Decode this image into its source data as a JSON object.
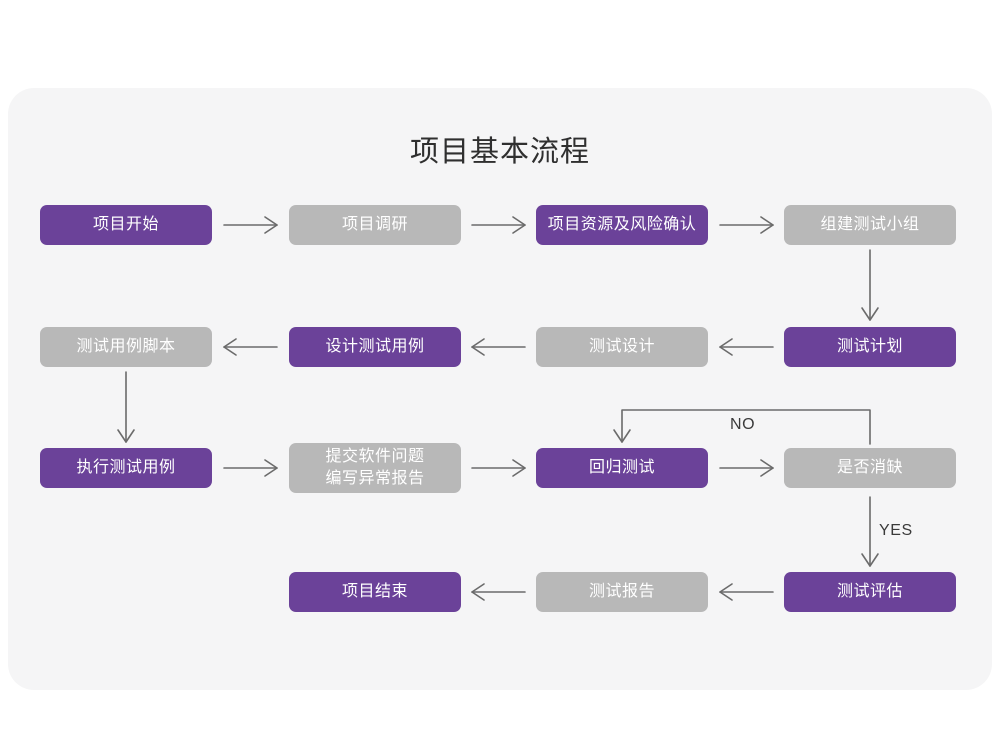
{
  "page": {
    "title": "项目基本流程",
    "background_color": "#ffffff",
    "panel_color": "#f5f5f6"
  },
  "colors": {
    "purple": "#6b4299",
    "gray": "#b8b8b8",
    "node_text": "#ffffff",
    "title_text": "#2f2f2f",
    "connector": "#6b6b6b",
    "edge_label_text": "#3a3a3a"
  },
  "chart_data": {
    "type": "diagram",
    "title": "项目基本流程",
    "nodes": [
      {
        "id": "n1",
        "label": "项目开始",
        "label_line2": "",
        "style": "purple",
        "row": 1,
        "col": 1
      },
      {
        "id": "n2",
        "label": "项目调研",
        "label_line2": "",
        "style": "gray",
        "row": 1,
        "col": 2
      },
      {
        "id": "n3",
        "label": "项目资源及风险确认",
        "label_line2": "",
        "style": "purple",
        "row": 1,
        "col": 3
      },
      {
        "id": "n4",
        "label": "组建测试小组",
        "label_line2": "",
        "style": "gray",
        "row": 1,
        "col": 4
      },
      {
        "id": "n5",
        "label": "测试用例脚本",
        "label_line2": "",
        "style": "gray",
        "row": 2,
        "col": 1
      },
      {
        "id": "n6",
        "label": "设计测试用例",
        "label_line2": "",
        "style": "purple",
        "row": 2,
        "col": 2
      },
      {
        "id": "n7",
        "label": "测试设计",
        "label_line2": "",
        "style": "gray",
        "row": 2,
        "col": 3
      },
      {
        "id": "n8",
        "label": "测试计划",
        "label_line2": "",
        "style": "purple",
        "row": 2,
        "col": 4
      },
      {
        "id": "n9",
        "label": "执行测试用例",
        "label_line2": "",
        "style": "purple",
        "row": 3,
        "col": 1
      },
      {
        "id": "n10",
        "label": "提交软件问题",
        "label_line2": "编写异常报告",
        "style": "gray",
        "row": 3,
        "col": 2
      },
      {
        "id": "n11",
        "label": "回归测试",
        "label_line2": "",
        "style": "purple",
        "row": 3,
        "col": 3
      },
      {
        "id": "n12",
        "label": "是否消缺",
        "label_line2": "",
        "style": "gray",
        "row": 3,
        "col": 4
      },
      {
        "id": "n13",
        "label": "项目结束",
        "label_line2": "",
        "style": "purple",
        "row": 4,
        "col": 2
      },
      {
        "id": "n14",
        "label": "测试报告",
        "label_line2": "",
        "style": "gray",
        "row": 4,
        "col": 3
      },
      {
        "id": "n15",
        "label": "测试评估",
        "label_line2": "",
        "style": "purple",
        "row": 4,
        "col": 4
      }
    ],
    "edges": [
      {
        "from": "n1",
        "to": "n2",
        "label": "",
        "direction": "right"
      },
      {
        "from": "n2",
        "to": "n3",
        "label": "",
        "direction": "right"
      },
      {
        "from": "n3",
        "to": "n4",
        "label": "",
        "direction": "right"
      },
      {
        "from": "n4",
        "to": "n8",
        "label": "",
        "direction": "down"
      },
      {
        "from": "n8",
        "to": "n7",
        "label": "",
        "direction": "left"
      },
      {
        "from": "n7",
        "to": "n6",
        "label": "",
        "direction": "left"
      },
      {
        "from": "n6",
        "to": "n5",
        "label": "",
        "direction": "left"
      },
      {
        "from": "n5",
        "to": "n9",
        "label": "",
        "direction": "down"
      },
      {
        "from": "n9",
        "to": "n10",
        "label": "",
        "direction": "right"
      },
      {
        "from": "n10",
        "to": "n11",
        "label": "",
        "direction": "right"
      },
      {
        "from": "n11",
        "to": "n12",
        "label": "",
        "direction": "right"
      },
      {
        "from": "n12",
        "to": "n11",
        "label": "NO",
        "direction": "up-left-down"
      },
      {
        "from": "n12",
        "to": "n15",
        "label": "YES",
        "direction": "down"
      },
      {
        "from": "n15",
        "to": "n14",
        "label": "",
        "direction": "left"
      },
      {
        "from": "n14",
        "to": "n13",
        "label": "",
        "direction": "left"
      }
    ],
    "edge_labels": [
      {
        "id": "lbl-no",
        "text": "NO"
      },
      {
        "id": "lbl-yes",
        "text": "YES"
      }
    ]
  }
}
